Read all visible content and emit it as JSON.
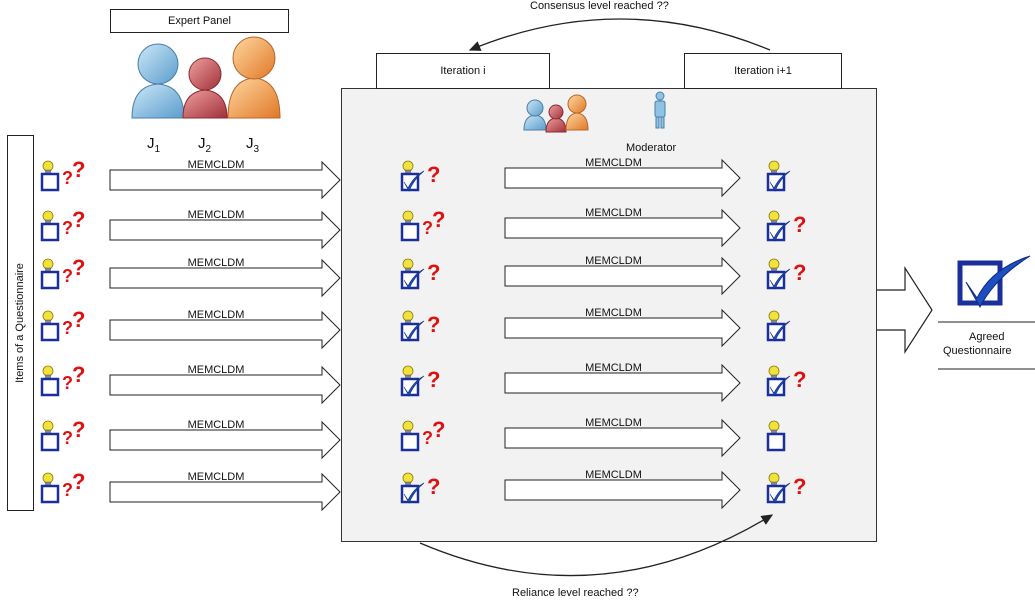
{
  "expert_panel": {
    "label": "Expert Panel",
    "judges": [
      {
        "name": "J",
        "sub": "1"
      },
      {
        "name": "J",
        "sub": "2"
      },
      {
        "name": "J",
        "sub": "3"
      }
    ]
  },
  "items_label": "Items of a Questionnaire",
  "consensus_label": "Consensus level reached ??",
  "reliance_label": "Reliance level reached ??",
  "iteration_i": "Iteration i",
  "iteration_i1": "Iteration i+1",
  "moderator_label": "Moderator",
  "arrow_label": "MEMCLDM",
  "result_label_line1": "Agreed",
  "result_label_line2": "Questionnaire",
  "rows": [
    {
      "input": "unchecked-question",
      "iter_i": "checked-question",
      "iter_i1": "checked"
    },
    {
      "input": "unchecked-question",
      "iter_i": "unchecked-question",
      "iter_i1": "checked-question"
    },
    {
      "input": "unchecked-question",
      "iter_i": "checked-question",
      "iter_i1": "checked-question"
    },
    {
      "input": "unchecked-question",
      "iter_i": "checked-question",
      "iter_i1": "checked"
    },
    {
      "input": "unchecked-question",
      "iter_i": "checked-question",
      "iter_i1": "checked-question"
    },
    {
      "input": "unchecked-question",
      "iter_i": "unchecked-question",
      "iter_i1": "unchecked"
    },
    {
      "input": "unchecked-question",
      "iter_i": "checked-question",
      "iter_i1": "checked-question"
    }
  ],
  "colors": {
    "box_blue": "#1a2f9c",
    "question_red": "#e01010",
    "bulb_yellow": "#f2e33a",
    "panel_gray": "#f2f2f2",
    "person_blue": "#8fc3e6",
    "person_red": "#c9484e",
    "person_orange": "#f0a050"
  }
}
